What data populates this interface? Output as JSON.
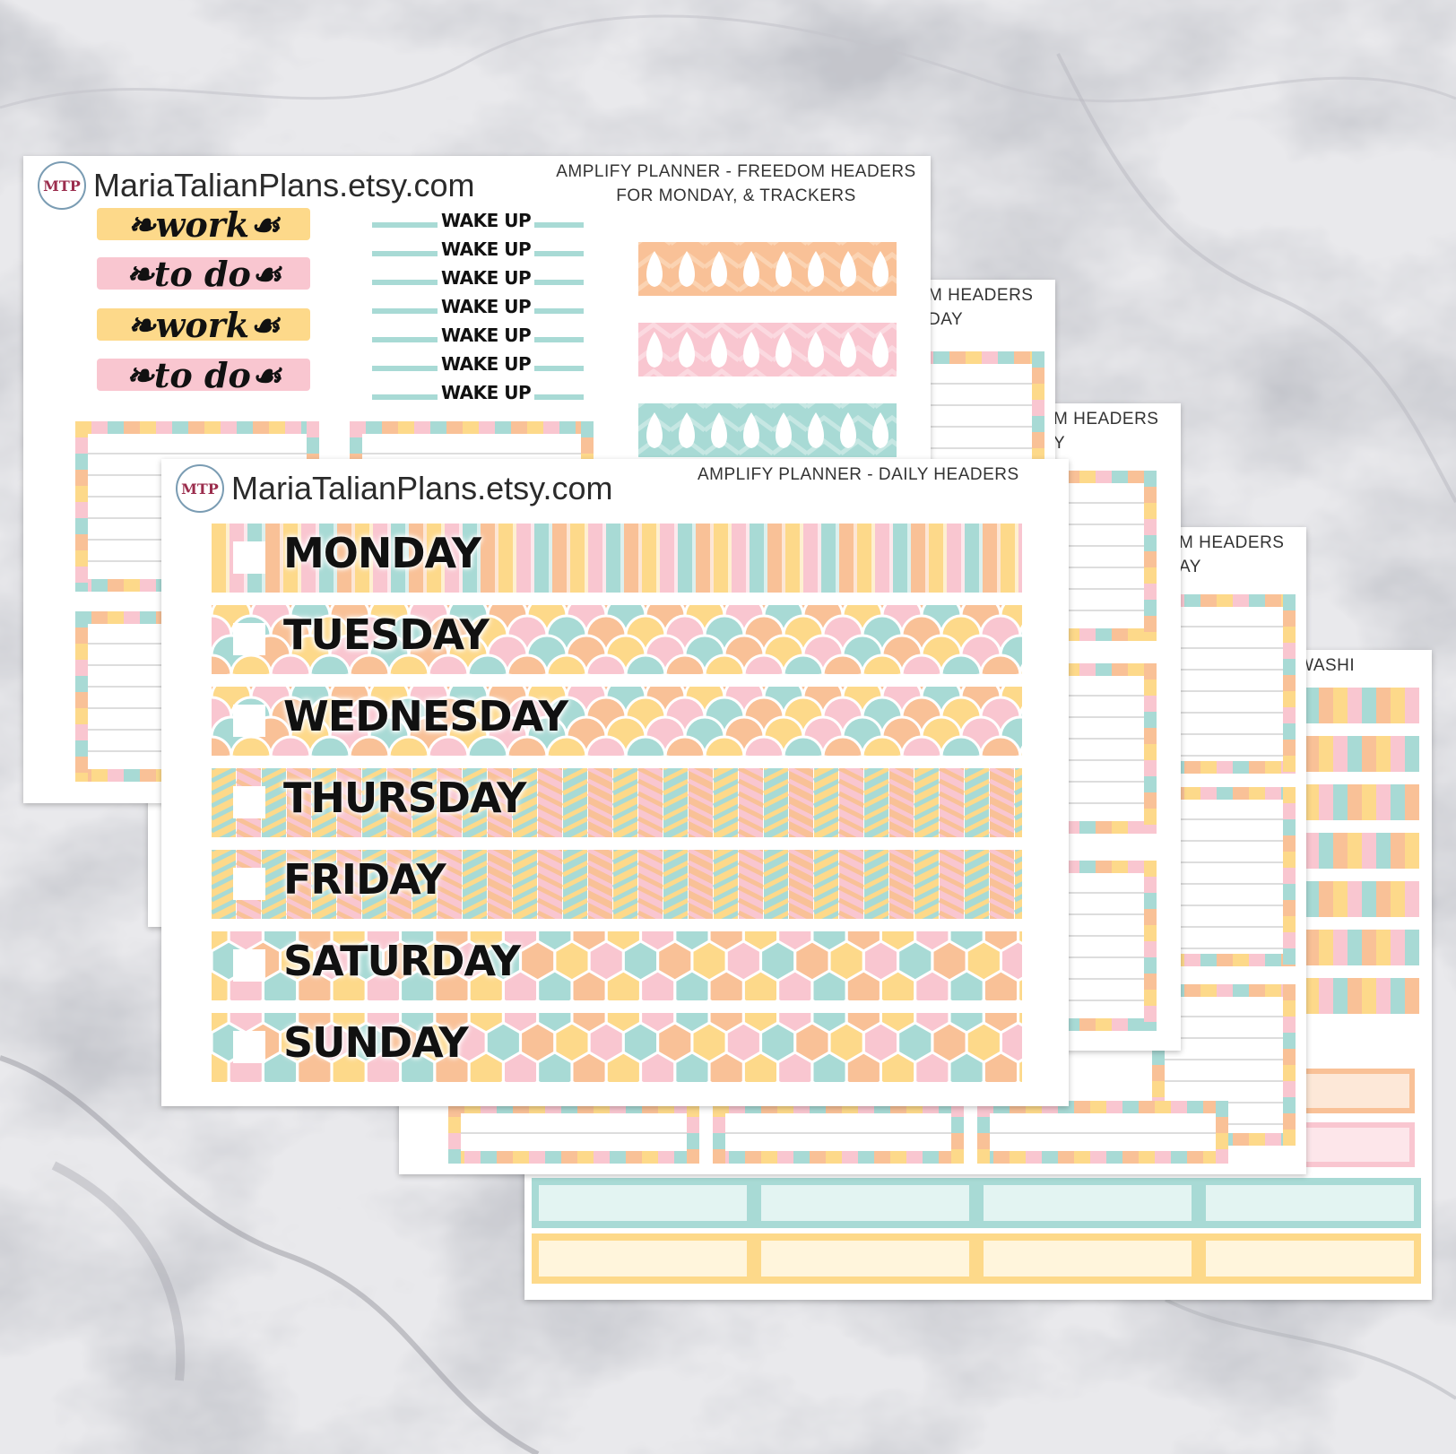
{
  "brand": {
    "url_text": "MariaTalianPlans.etsy.com",
    "logo_text": "MTP"
  },
  "colors": {
    "yellow": "#fdd98a",
    "pink": "#f9c6d0",
    "mint": "#a8dad5",
    "peach": "#f9c197"
  },
  "sheet_back": {
    "title_line1": "AMPLIFY PLANNER - FREEDOM HEADERS",
    "title_line2": "FOR MONDAY, & TRACKERS",
    "labels": [
      {
        "text": "work",
        "color": "yellow"
      },
      {
        "text": "to do",
        "color": "pink"
      },
      {
        "text": "work",
        "color": "yellow"
      },
      {
        "text": "to do",
        "color": "pink"
      }
    ],
    "wake_up": [
      "WAKE UP",
      "WAKE UP",
      "WAKE UP",
      "WAKE UP",
      "WAKE UP",
      "WAKE UP",
      "WAKE UP"
    ]
  },
  "sheet_2": {
    "title_line1": "M HEADERS",
    "title_line2": "DAY"
  },
  "sheet_3": {
    "title_line1": "M HEADERS",
    "title_line2": "Y"
  },
  "sheet_4": {
    "title_line1": "M HEADERS",
    "title_line2": "AY"
  },
  "sheet_5": {
    "title_line1": "M WASHI",
    "title_line2": "ES"
  },
  "sheet_front": {
    "title": "AMPLIFY PLANNER - DAILY HEADERS",
    "days": [
      "MONDAY",
      "TUESDAY",
      "WEDNESDAY",
      "THURSDAY",
      "FRIDAY",
      "SATURDAY",
      "SUNDAY"
    ]
  }
}
